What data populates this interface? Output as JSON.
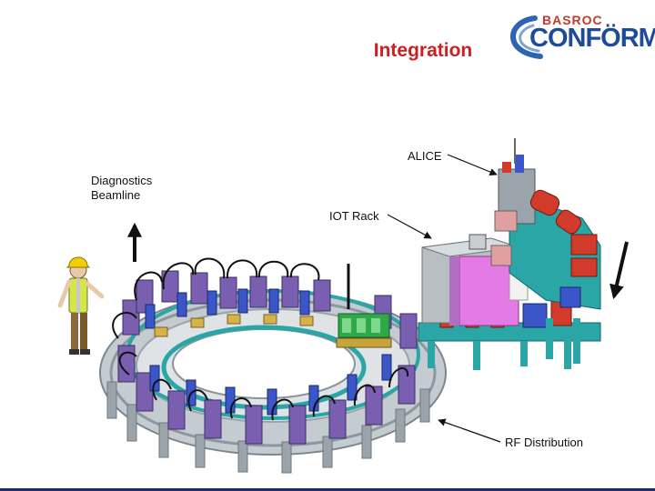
{
  "slide": {
    "title": "Integration",
    "logo": {
      "top_text": "BASROC",
      "main_text": "CONFÖRM",
      "colors": {
        "top": "#c43a2a",
        "main": "#1e4a9a",
        "swoosh": "#2e64b5"
      }
    },
    "labels": {
      "alice": "ALICE",
      "diagnostics": "Diagnostics\nBeamline",
      "iot_rack": "IOT Rack",
      "rf_distribution": "RF Distribution"
    },
    "colors": {
      "title": "#cc1f1f",
      "ring_floor": "#a9b3b9",
      "support": "#2aa6a6",
      "magnet_purple": "#7a5fb0",
      "magnet_red": "#d23a2a",
      "rack_pink": "#e47be4",
      "rack_grey": "#b9bec4",
      "cable": "#111111"
    }
  }
}
